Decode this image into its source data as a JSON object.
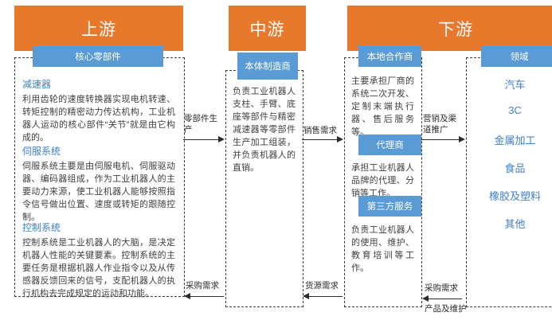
{
  "diagram": {
    "title_bars": [
      {
        "label": "上游"
      },
      {
        "label": "中游"
      },
      {
        "label": "下游"
      }
    ],
    "tabs": {
      "core_parts": "核心零部件",
      "body_manufacturer": "本体制造商",
      "local_partner": "本地合作商",
      "agent": "代理商",
      "third_party": "第三方服务",
      "fields": "领域"
    },
    "upstream": {
      "sections": [
        {
          "title": "减速器",
          "body": "利用齿轮的速度转换器实现电机转速、转矩控制的精密动力传达机构，工业机器人运动的核心部件“关节”就是由它构成的。"
        },
        {
          "title": "伺服系统",
          "body": "伺服系统主要是由伺服电机、伺服驱动器、编码器组成，作为工业机器人的主要动力来源，使工业机器人能够按照指令信号做出位置、速度或转矩的跟随控制。"
        },
        {
          "title": "控制系统",
          "body": "控制系统是工业机器人的大脑，是决定机器人性能的关键要素。控制系统的主要任务是根据机器人作业指令以及从传感器反馈回来的信号，支配机器人的执行机构去完成规定的运动和功能。"
        }
      ]
    },
    "midstream": {
      "body": "负责工业机器人支柱、手臂、底座等部件与精密减速器等零部件生产加工组装，并负责机器人的直销。"
    },
    "downstream": {
      "local_partner_body": "主要承担厂商的系统二次开发、定制末端执行器、售后服务等。",
      "agent_body": "承担工业机器人品牌的代理、分销等工作。",
      "third_party_body": "负责工业机器人的使用、维护、教育培训等工作。"
    },
    "fields_list": [
      "汽车",
      "3C",
      "金属加工",
      "食品",
      "橡胶及塑料",
      "其他"
    ],
    "connectors": {
      "parts_production": "零部件生产",
      "sales_demand": "销售需求",
      "marketing_channel": "营销及渠道推广",
      "procurement_demand_left": "采购需求",
      "supply_demand": "货源需求",
      "procurement_demand_right": "采购需求",
      "product_maintenance": "产品及维护"
    },
    "colors": {
      "orange": "#E8792C",
      "blue": "#5B9BD5",
      "text_blue": "#3f7fc4",
      "dash": "#3a3a3a"
    }
  }
}
